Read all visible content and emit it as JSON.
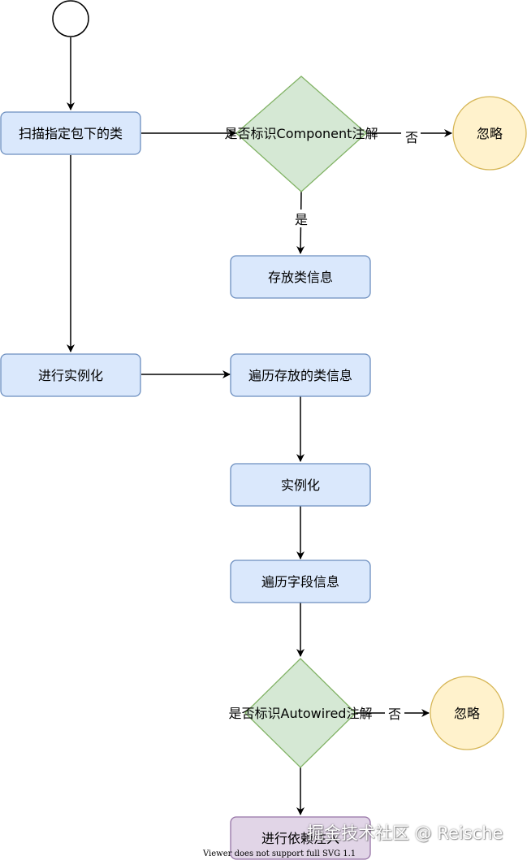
{
  "nodes": {
    "scan": "扫描指定包下的类",
    "check_component": "是否标识Component注解",
    "ignore_1": "忽略",
    "store": "存放类信息",
    "instantiate_phase": "进行实例化",
    "iterate_classes": "遍历存放的类信息",
    "instantiate": "实例化",
    "iterate_fields": "遍历字段信息",
    "check_autowired": "是否标识Autowired注解",
    "ignore_2": "忽略",
    "inject": "进行依赖注入"
  },
  "edges": {
    "no_1": "否",
    "yes_1": "是",
    "no_2": "否"
  },
  "footer": {
    "watermark": "掘金技术社区 @ Reische",
    "viewer_note": "Viewer does not support full SVG 1.1"
  },
  "colors": {
    "blue_fill": "#dae8fc",
    "blue_stroke": "#6c8ebf",
    "green_fill": "#d5e8d4",
    "green_stroke": "#82b366",
    "yellow_fill": "#fff2cc",
    "yellow_stroke": "#d6b656",
    "purple_fill": "#e1d5e7",
    "purple_stroke": "#9673a6"
  }
}
